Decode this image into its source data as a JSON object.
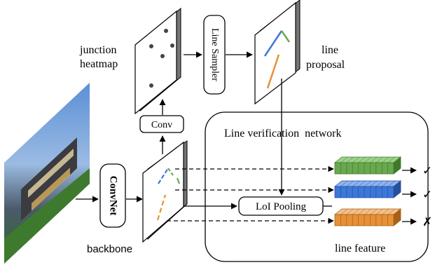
{
  "labels": {
    "junction_heatmap_line1": "junction",
    "junction_heatmap_line2": "heatmap",
    "line_sampler": "Line Sampler",
    "line_proposal_line1": "line",
    "line_proposal_line2": "proposal",
    "conv": "Conv",
    "convnet": "ConvNet",
    "backbone": "backbone",
    "verification_network": "Line verification  network",
    "loi_pooling": "LoI Pooling",
    "line_feature": "line feature"
  },
  "verdicts": [
    "✓",
    "✓",
    "✗"
  ],
  "colors": {
    "green": "#6aa84f",
    "blue": "#3c78d8",
    "orange": "#e69138"
  }
}
